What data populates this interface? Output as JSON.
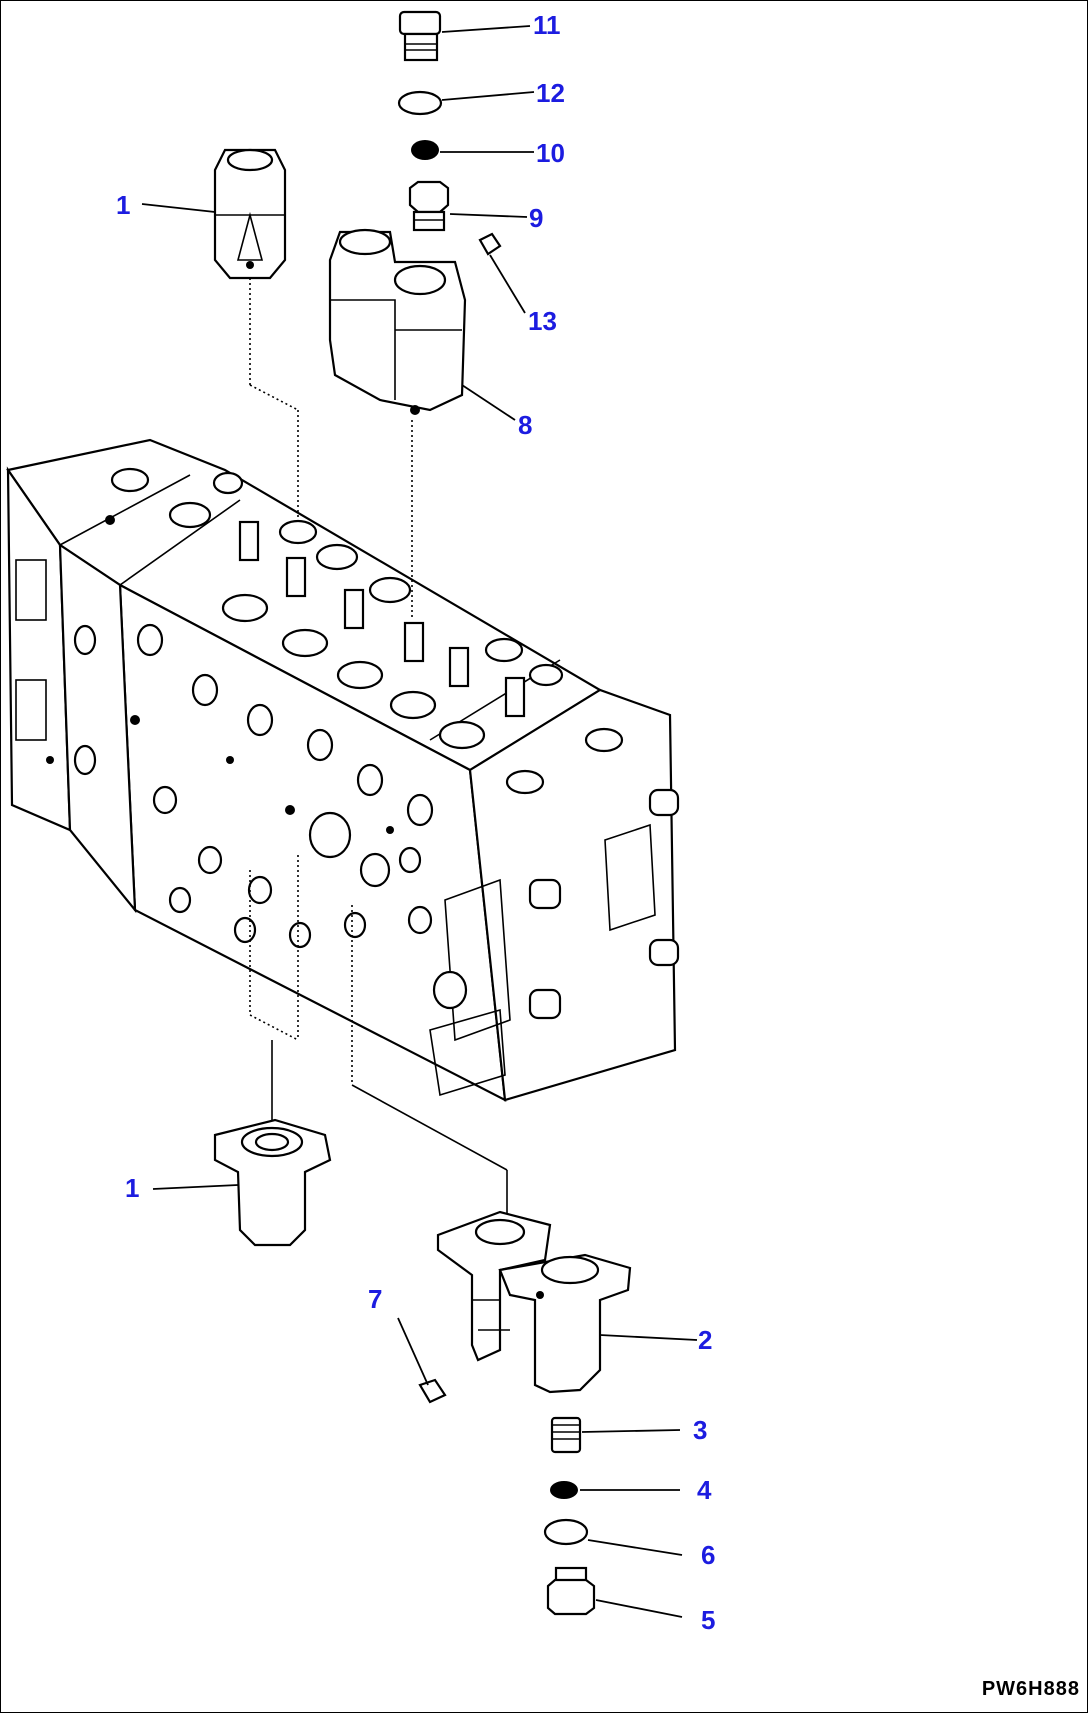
{
  "callouts": {
    "c1a": "1",
    "c1b": "1",
    "c2": "2",
    "c3": "3",
    "c4": "4",
    "c5": "5",
    "c6": "6",
    "c7": "7",
    "c8": "8",
    "c9": "9",
    "c10": "10",
    "c11": "11",
    "c12": "12",
    "c13": "13"
  },
  "figure_code": "PW6H888",
  "colors": {
    "callout": "#1c1ce0",
    "line": "#000000"
  }
}
